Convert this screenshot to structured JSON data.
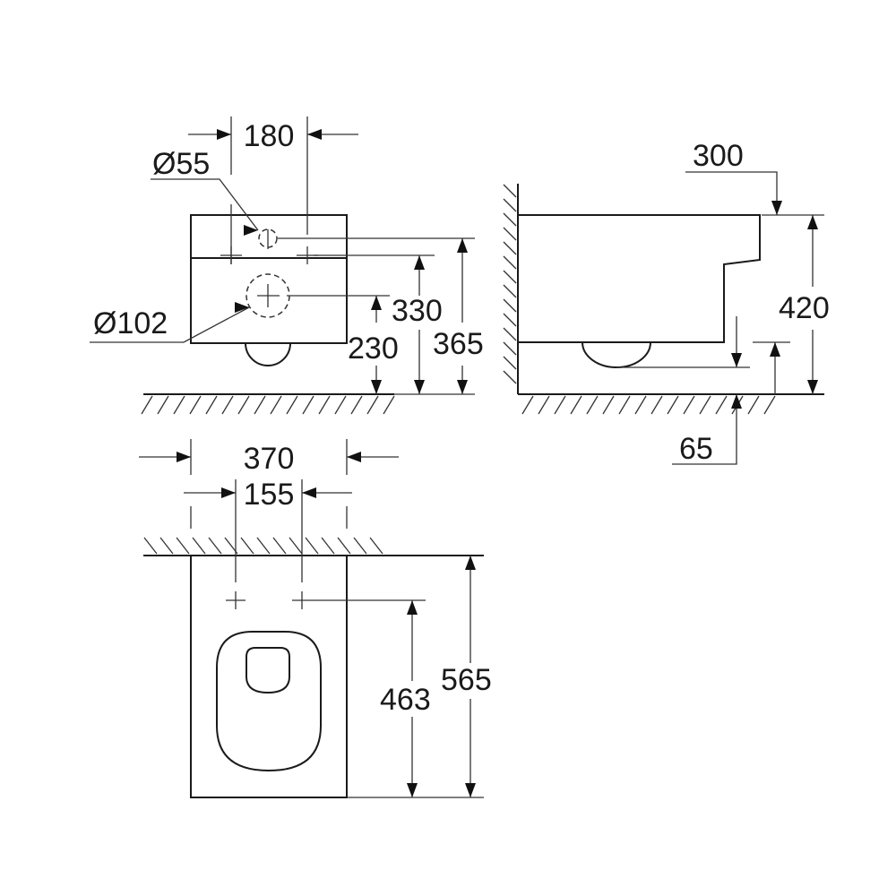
{
  "front_view": {
    "width_between_holes": "180",
    "inlet_diameter": "Ø55",
    "outlet_diameter": "Ø102",
    "outlet_height": "230",
    "bolt_height": "330",
    "inlet_height": "365"
  },
  "side_view": {
    "inlet_depth": "300",
    "total_height": "420",
    "bowl_clearance": "65"
  },
  "top_view": {
    "total_width": "370",
    "bolt_spacing": "155",
    "bolt_to_front": "463",
    "total_depth": "565"
  },
  "colors": {
    "line": "#1a1a1a",
    "background": "#ffffff"
  }
}
